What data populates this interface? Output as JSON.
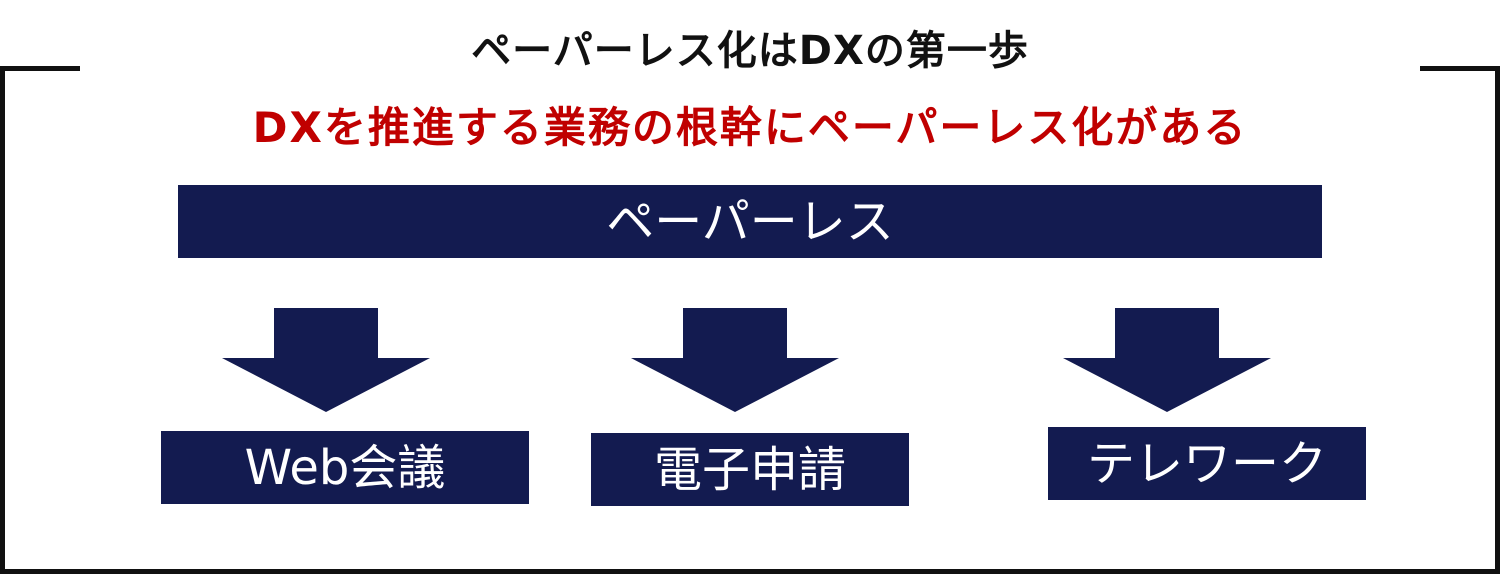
{
  "title": "ペーパーレス化はDXの第一歩",
  "subtitle": "DXを推進する業務の根幹にペーパーレス化がある",
  "top_box_label": "ペーパーレス",
  "items": [
    {
      "label": "Web会議"
    },
    {
      "label": "電子申請"
    },
    {
      "label": "テレワーク"
    }
  ],
  "colors": {
    "navy": "#131b50",
    "accent_red": "#c00000",
    "frame": "#111111"
  }
}
